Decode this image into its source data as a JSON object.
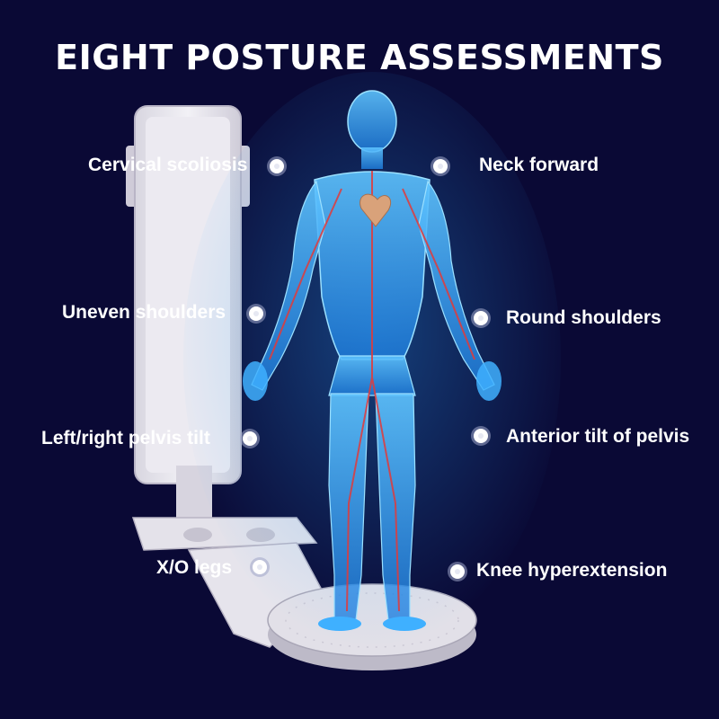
{
  "title": "EIGHT POSTURE ASSESSMENTS",
  "assessments": {
    "left": [
      "Cervical scoliosis",
      "Uneven shoulders",
      "Left/right pelvis tilt",
      "X/O legs"
    ],
    "right": [
      "Neck forward",
      "Round shoulders",
      "Anterior tilt of pelvis",
      "Knee hyperextension"
    ]
  },
  "colors": {
    "background": "#0a0935",
    "body_glow": "#2aa8ff",
    "vessels": "#e23a3a",
    "heart": "#d9a27a",
    "device": "#e9e7ef"
  },
  "icons": {
    "marker": "dot-marker-icon",
    "figure": "human-body-illustration",
    "device": "posture-scanner-illustration"
  }
}
